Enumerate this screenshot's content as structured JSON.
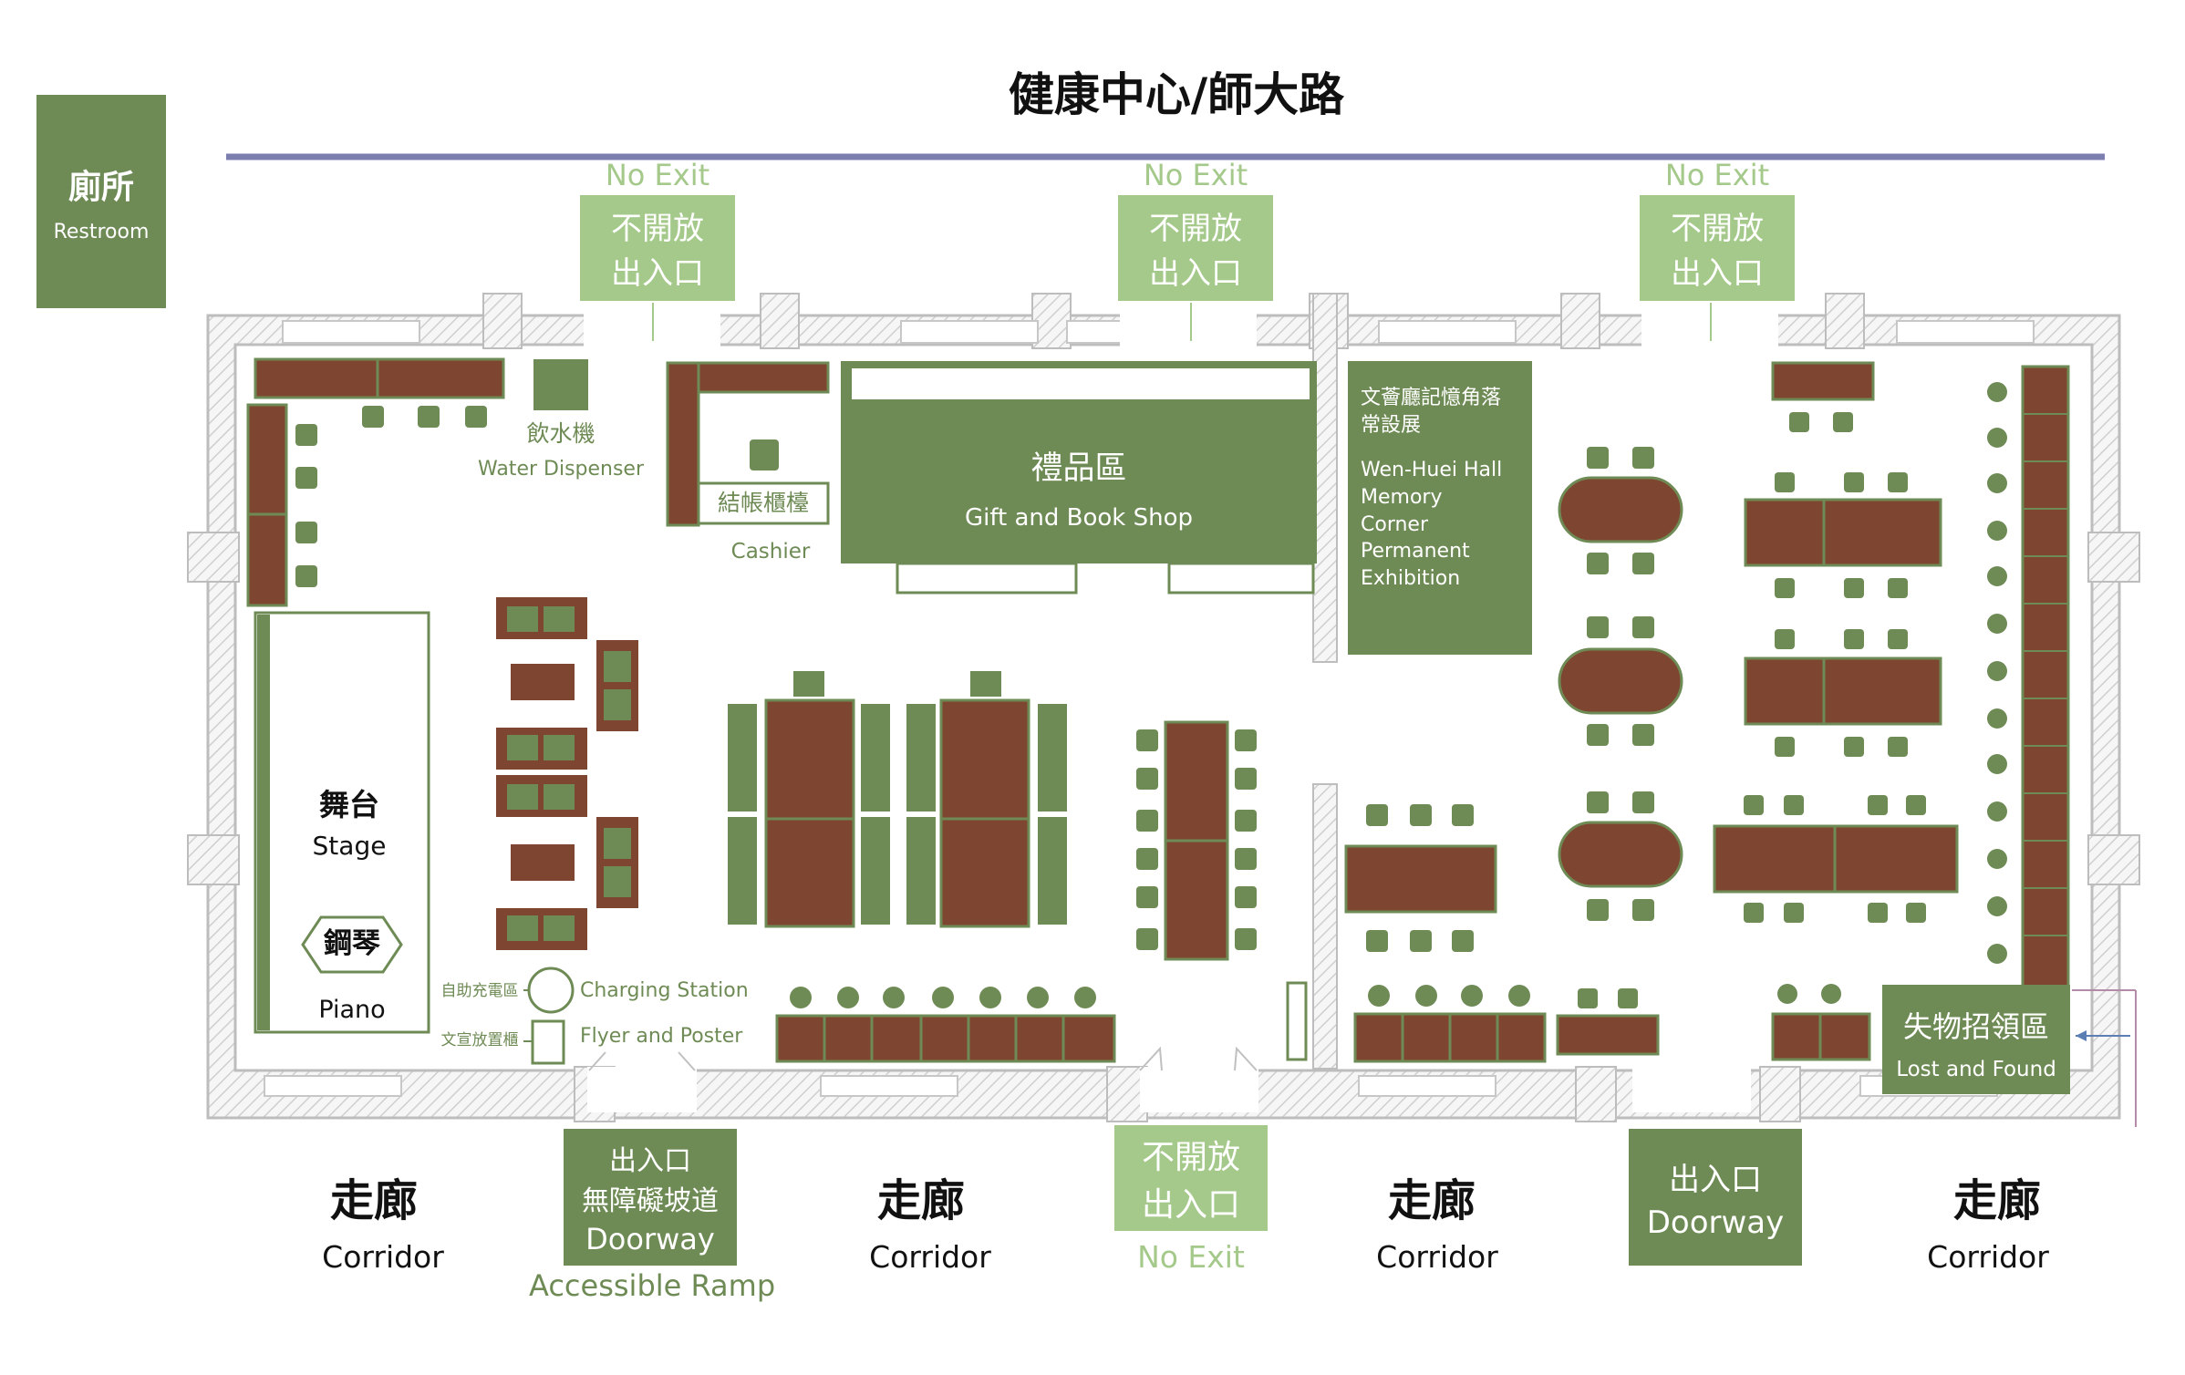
{
  "title": "健康中心/師大路",
  "restroom": {
    "zh": "廁所",
    "en": "Restroom"
  },
  "top_exits": [
    {
      "en": "No Exit",
      "zh1": "不開放",
      "zh2": "出入口"
    },
    {
      "en": "No Exit",
      "zh1": "不開放",
      "zh2": "出入口"
    },
    {
      "en": "No Exit",
      "zh1": "不開放",
      "zh2": "出入口"
    }
  ],
  "water": {
    "zh": "飲水機",
    "en": "Water Dispenser"
  },
  "cashier": {
    "zh": "結帳櫃檯",
    "en": "Cashier"
  },
  "shop": {
    "zh": "禮品區",
    "en": "Gift and Book Shop"
  },
  "memory": {
    "zh1": "文薈廳記憶角落",
    "zh2": "常設展",
    "en1": "Wen-Huei Hall",
    "en2": "Memory",
    "en3": "Corner",
    "en4": "Permanent",
    "en5": "Exhibition"
  },
  "stage": {
    "zh": "舞台",
    "en": "Stage"
  },
  "piano": {
    "zh": "鋼琴",
    "en": "Piano"
  },
  "charging": {
    "zh": "自助充電區",
    "en": "Charging Station"
  },
  "flyer": {
    "zh": "文宣放置櫃",
    "en": "Flyer and Poster"
  },
  "lost": {
    "zh": "失物招領區",
    "en": "Lost and Found"
  },
  "bottom": {
    "corridor_zh": "走廊",
    "corridor_en": "Corridor",
    "ramp": {
      "zh1": "出入口",
      "zh2": "無障礙坡道",
      "en": "Doorway",
      "en2": "Accessible Ramp"
    },
    "noexit": {
      "zh1": "不開放",
      "zh2": "出入口",
      "en": "No Exit"
    },
    "doorway": {
      "zh": "出入口",
      "en": "Doorway"
    }
  },
  "colors": {
    "sage": "#6f8b55",
    "light_sage": "#a4c98a",
    "brown": "#7e4531",
    "title_line": "#7c7eb0",
    "wall_hatch": "#d8d8d8"
  }
}
